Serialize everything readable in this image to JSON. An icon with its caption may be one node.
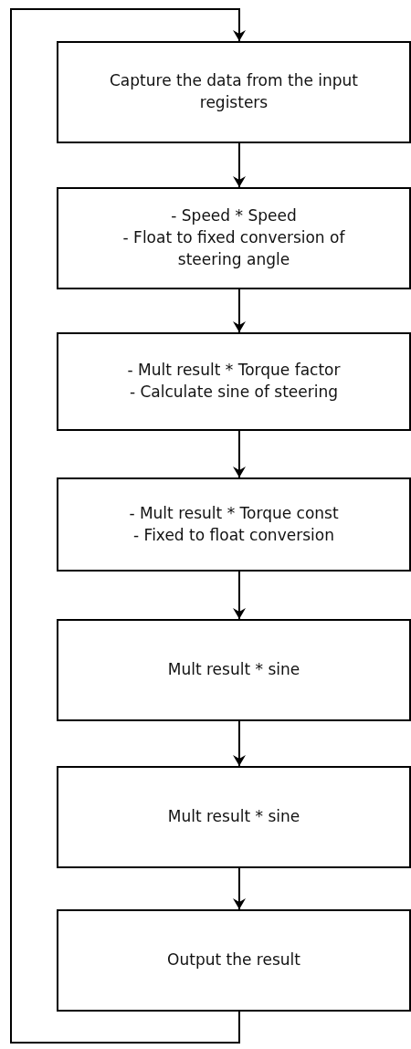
{
  "diagram": {
    "nodes": [
      {
        "text": [
          "Capture the data from the input registers"
        ]
      },
      {
        "text": [
          "- Speed * Speed",
          "- Float to fixed conversion of steering angle"
        ]
      },
      {
        "text": [
          "- Mult result * Torque factor",
          "- Calculate sine of steering"
        ]
      },
      {
        "text": [
          "- Mult result * Torque const",
          "- Fixed to float conversion"
        ]
      },
      {
        "text": [
          "Mult result * sine"
        ]
      },
      {
        "text": [
          "Mult result * sine"
        ]
      },
      {
        "text": [
          "Output the result"
        ]
      }
    ],
    "edges": [
      {
        "from": 0,
        "to": 1,
        "arrow": "to"
      },
      {
        "from": 1,
        "to": 2,
        "arrow": "to"
      },
      {
        "from": 2,
        "to": 3,
        "arrow": "to"
      },
      {
        "from": 3,
        "to": 4,
        "arrow": "to"
      },
      {
        "from": 4,
        "to": 5,
        "arrow": "to"
      },
      {
        "from": 5,
        "to": 6,
        "arrow": "to"
      },
      {
        "from": 6,
        "to": 0,
        "arrow": "to"
      }
    ]
  }
}
